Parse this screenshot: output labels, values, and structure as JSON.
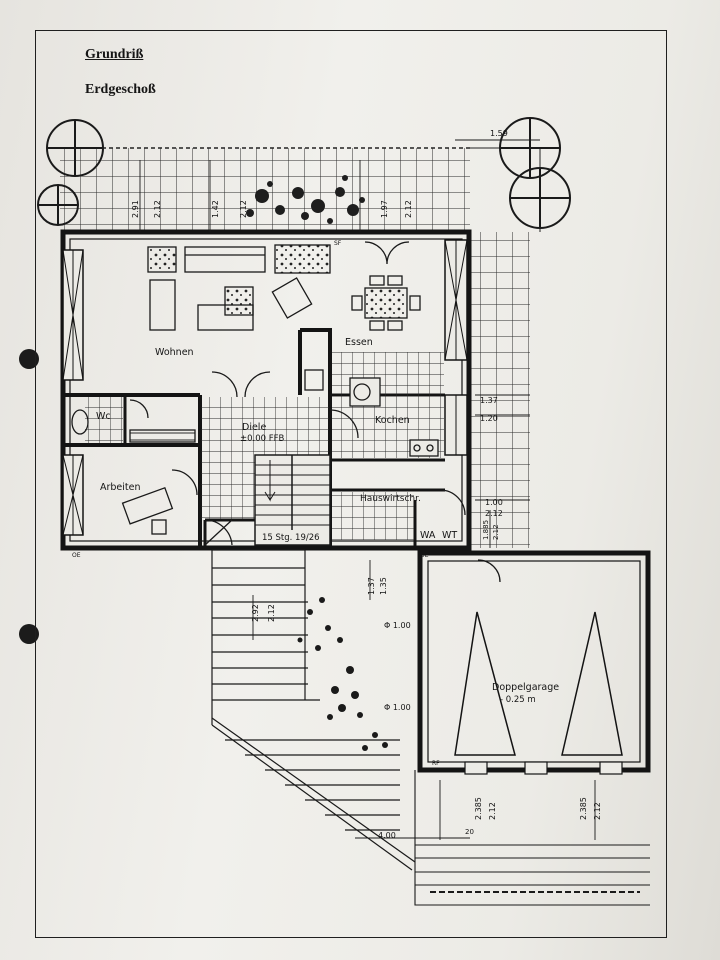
{
  "title": "Grundriß",
  "subtitle": "Erdgeschoß",
  "rooms": {
    "wohnen": "Wohnen",
    "essen": "Essen",
    "wc": "Wc",
    "diele": "Diele",
    "diele_level": "±0.00 FFB",
    "kochen": "Kochen",
    "arbeiten": "Arbeiten",
    "hauswirtschaft": "Hauswirtschr.",
    "wa": "WA",
    "wt": "WT",
    "garage": "Doppelgarage",
    "garage_level": "- 0.25 m"
  },
  "stairs_label": "15 Stg. 19/26",
  "small_labels": {
    "sf": "SF",
    "rf": "RF",
    "oe_left": "OE",
    "oe_right": "OE"
  },
  "dimensions": {
    "top_1": "2.91",
    "top_2": "2.12",
    "top_3": "1.42",
    "top_4": "2.12",
    "top_5": "1.97",
    "top_6": "2.12",
    "top_right": "1.59",
    "right_1": "1.37",
    "right_2": "1.20",
    "right_3": "1.00",
    "right_4": "2.12",
    "right_5": "1.885",
    "right_6": "2.12",
    "entry_1": "1.37",
    "entry_2": "1.35",
    "walk_1": "2.92",
    "walk_2": "2.12",
    "phi_1": "Φ 1.00",
    "phi_2": "Φ 1.00",
    "garage_b1": "2.385",
    "garage_b2": "2.12",
    "garage_b3": "2.385",
    "garage_b4": "2.12",
    "bottom_1": "4.00",
    "bottom_2": "20"
  }
}
